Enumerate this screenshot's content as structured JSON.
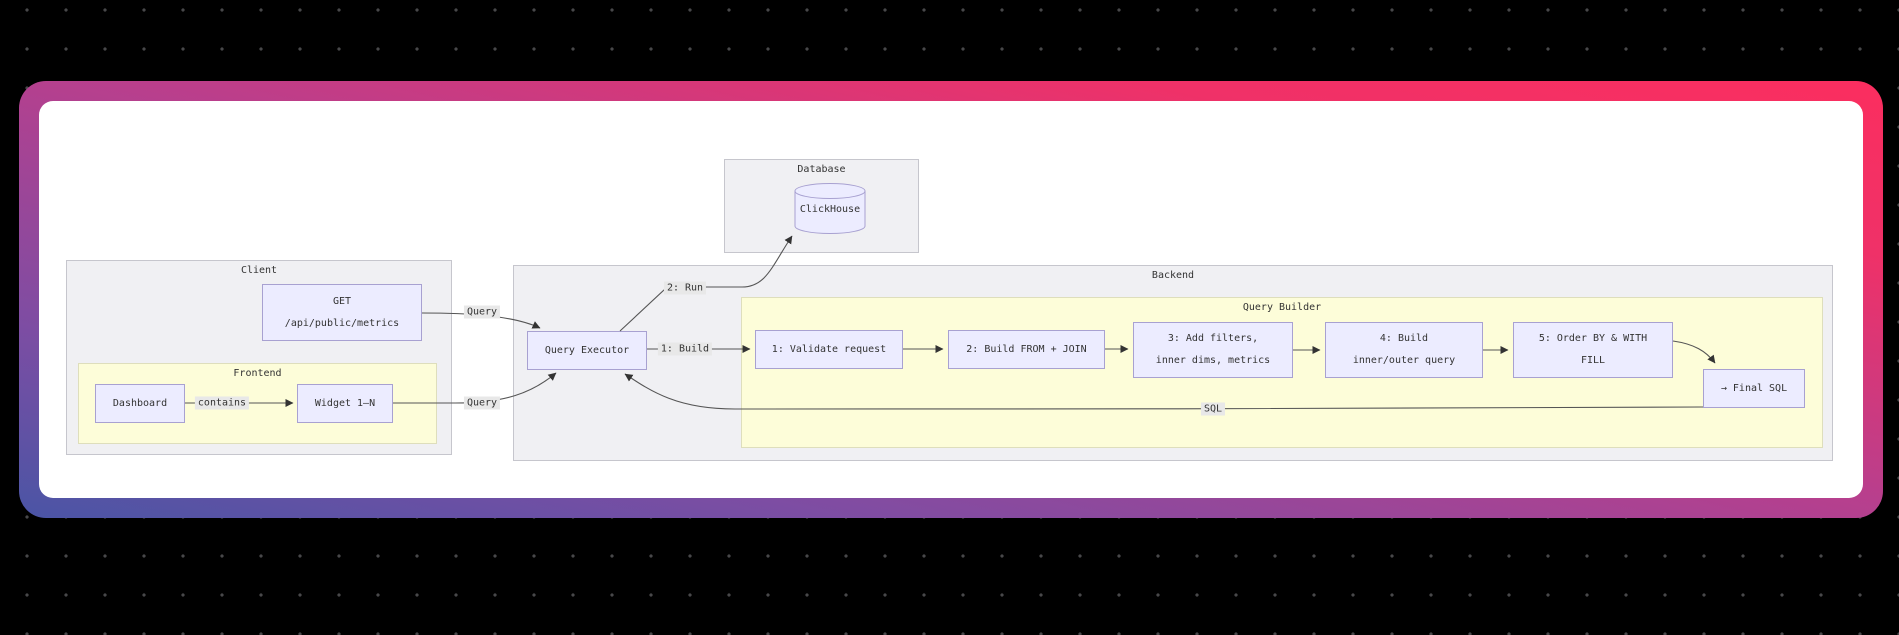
{
  "canvas": {
    "background": "#000000",
    "dot_color": "#48484a"
  },
  "card": {
    "gradient": [
      "#4a55a5",
      "#7d4da3",
      "#b83f8d",
      "#fb2e5f"
    ],
    "surface": "#ffffff"
  },
  "diagram": {
    "clusters": {
      "client": {
        "title": "Client"
      },
      "frontend": {
        "title": "Frontend"
      },
      "database": {
        "title": "Database"
      },
      "backend": {
        "title": "Backend"
      },
      "query_builder": {
        "title": "Query Builder"
      }
    },
    "nodes": {
      "get": {
        "lines": [
          "GET",
          "/api/public/metrics"
        ]
      },
      "dashboard": {
        "label": "Dashboard"
      },
      "widget": {
        "label": "Widget 1–N"
      },
      "clickhouse": {
        "label": "ClickHouse"
      },
      "query_executor": {
        "label": "Query Executor"
      },
      "validate": {
        "label": "1: Validate request"
      },
      "from_join": {
        "label": "2: Build FROM + JOIN"
      },
      "filters": {
        "lines": [
          "3: Add filters,",
          "inner dims, metrics"
        ]
      },
      "inner_outer": {
        "lines": [
          "4: Build",
          "inner/outer query"
        ]
      },
      "order_fill": {
        "lines": [
          "5: Order BY & WITH",
          "FILL"
        ]
      },
      "final_sql": {
        "label": "→ Final SQL"
      }
    },
    "edge_labels": {
      "query_top": "Query",
      "query_bottom": "Query",
      "contains": "contains",
      "run": "2: Run",
      "build": "1: Build",
      "sql": "SQL"
    },
    "colors": {
      "node_fill": "#ECECFF",
      "node_border": "#a8a1d1",
      "cluster_gray_fill": "#f0f0f3",
      "cluster_yellow_fill": "#fdfdd9",
      "edge_stroke": "#555555",
      "label_bg": "#e8e8e8",
      "text": "#333333"
    }
  }
}
